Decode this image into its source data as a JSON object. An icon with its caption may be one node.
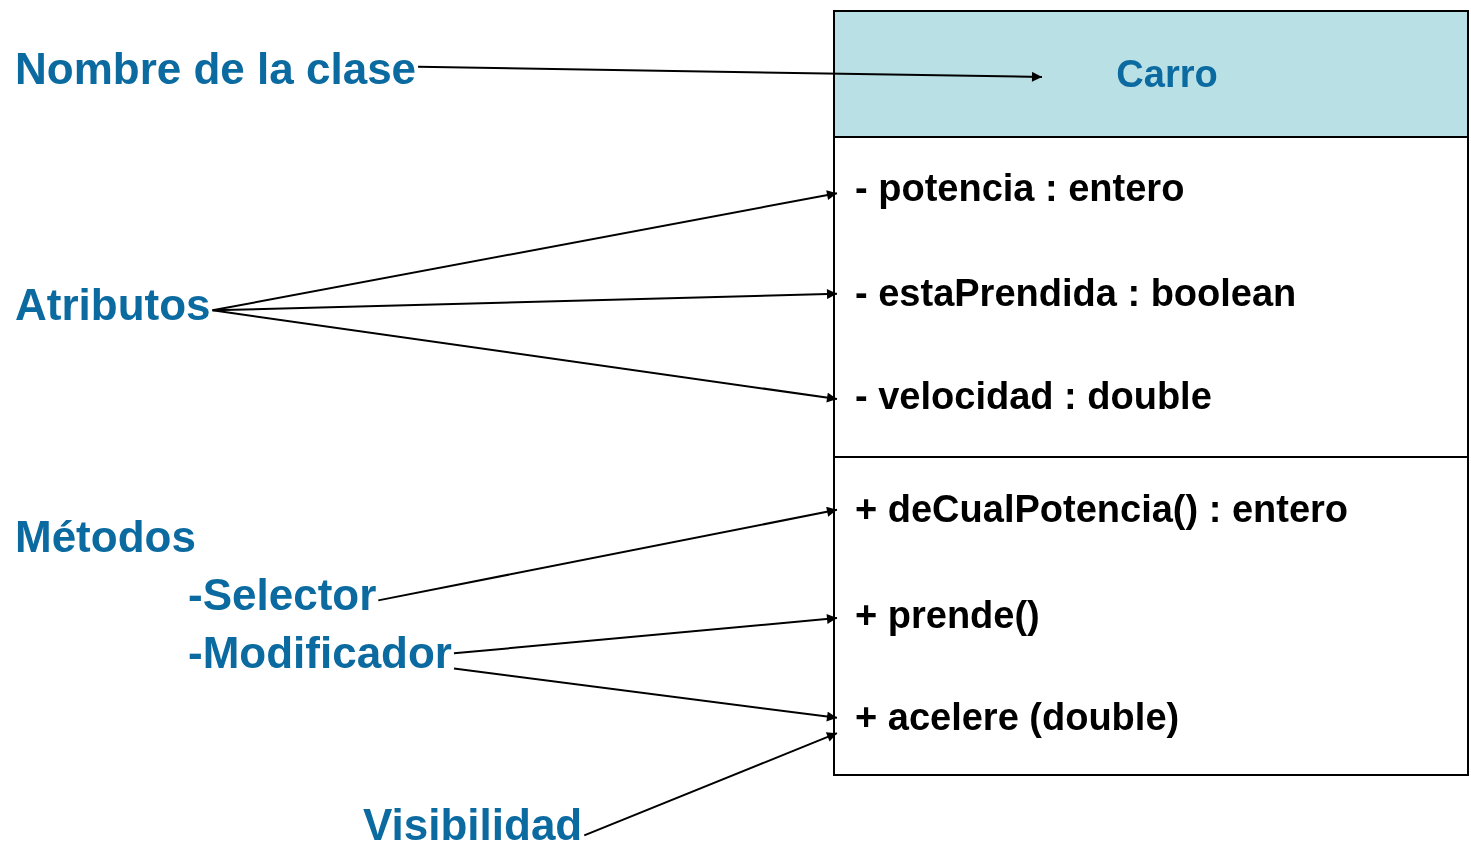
{
  "diagram": {
    "nodes": [
      {
        "text": [
          "Nombre de la clase"
        ]
      },
      {
        "text": [
          "Atributos"
        ]
      },
      {
        "text": [
          "-Selector"
        ]
      },
      {
        "text": [
          "-Modificador"
        ]
      },
      {
        "text": [
          "Visibilidad"
        ]
      },
      {
        "text": [],
        "shape": "box"
      },
      {
        "text": [
          "Carro"
        ],
        "in": 5
      },
      {
        "text": [
          "- potencia : entero"
        ],
        "in": 5
      },
      {
        "text": [
          "- estaPrendida : boolean"
        ],
        "in": 5
      },
      {
        "text": [
          "- velocidad : double"
        ],
        "in": 5
      },
      {
        "text": [
          "+ deCualPotencia() : entero"
        ],
        "in": 5
      },
      {
        "text": [
          "+ prende()"
        ],
        "in": 5
      },
      {
        "text": [
          "+ acelere (double)"
        ],
        "in": 5
      }
    ],
    "edges": [
      {
        "from": 0,
        "to": 6,
        "arrow": "to"
      },
      {
        "from": 1,
        "to": 7,
        "arrow": "to"
      },
      {
        "from": 1,
        "to": 8,
        "arrow": "to"
      },
      {
        "from": 1,
        "to": 9,
        "arrow": "to"
      },
      {
        "from": 2,
        "to": 10,
        "arrow": "to"
      },
      {
        "from": 3,
        "to": 11,
        "arrow": "to"
      },
      {
        "from": 3,
        "to": 12,
        "arrow": "to"
      },
      {
        "from": 4,
        "to": 12,
        "arrow": "to"
      }
    ],
    "labels": [
      "Métodos"
    ]
  }
}
